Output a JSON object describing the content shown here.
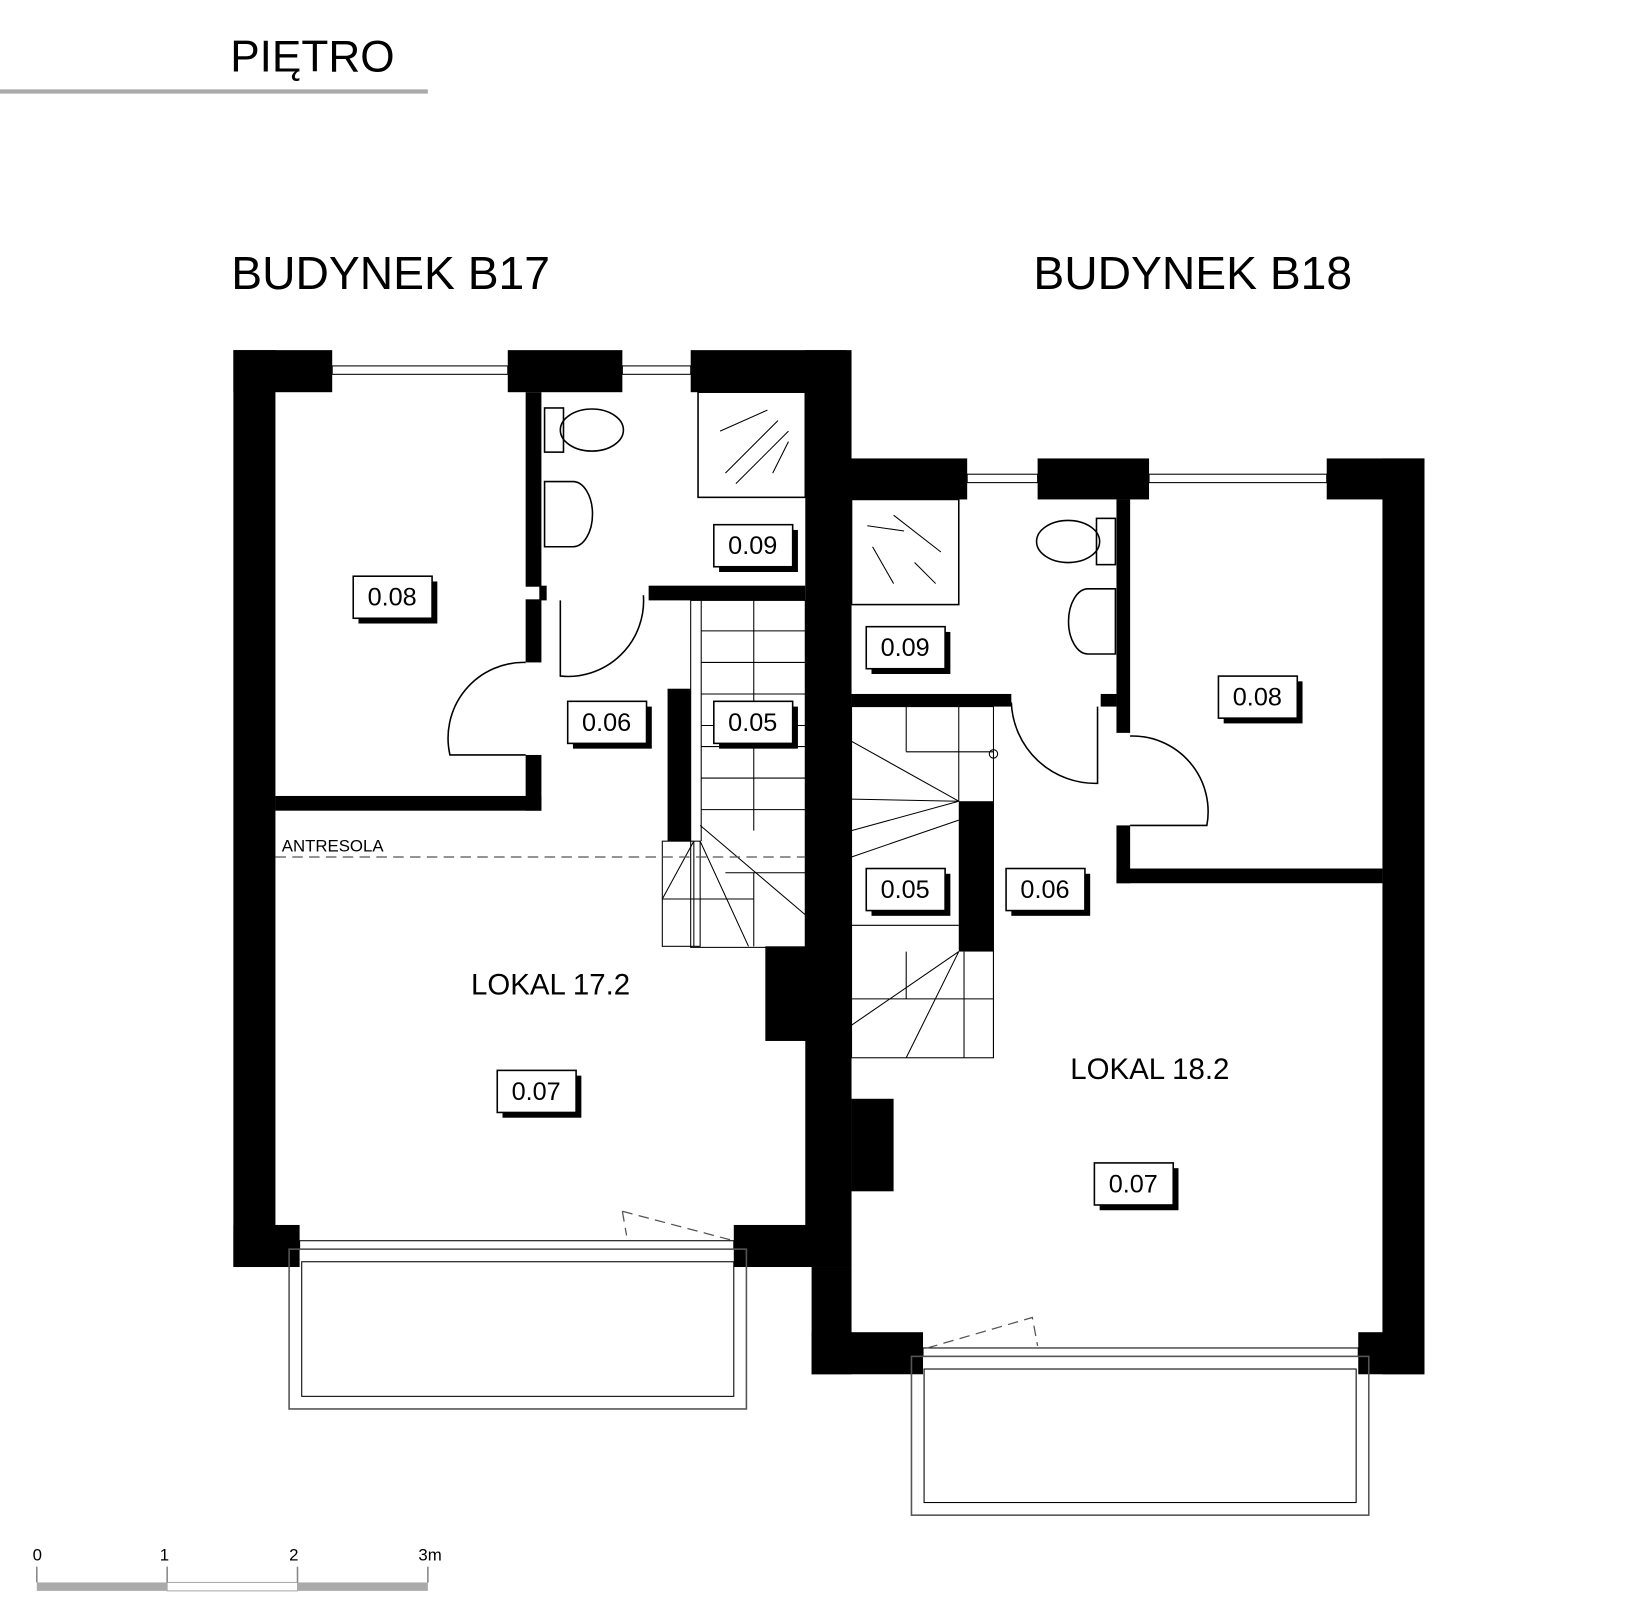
{
  "title": "PIĘTRO",
  "buildings": [
    {
      "name": "BUDYNEK B17",
      "unit": "LOKAL 17.2",
      "rooms": [
        "0.08",
        "0.09",
        "0.06",
        "0.05",
        "0.07"
      ],
      "annotation": "ANTRESOLA"
    },
    {
      "name": "BUDYNEK B18",
      "unit": "LOKAL 18.2",
      "rooms": [
        "0.09",
        "0.08",
        "0.05",
        "0.06",
        "0.07"
      ]
    }
  ],
  "scale_bar": {
    "labels": [
      "0",
      "1",
      "2",
      "3m"
    ]
  }
}
